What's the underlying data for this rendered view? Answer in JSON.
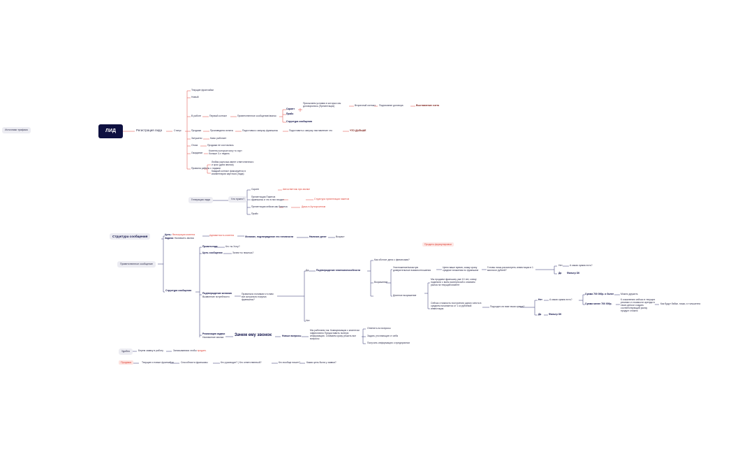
{
  "sources_label": "Источники трафика",
  "lead": {
    "title": "ЛИД",
    "registration": "Регистрация лида",
    "status": "Статус",
    "statuses": [
      "Текущие франчайзи",
      "Новый",
      "В работе",
      "Продажа",
      "Затушено",
      "Отказ",
      "Ожидание",
      "Правила работы с лидами"
    ],
    "in_work": {
      "first_contact": "Первый контакт",
      "greeting": "Приветственное сообщение/звонок",
      "script": "Скрипт",
      "sent_materials": "Присылаем условия в которых мы договорились (Презентация)",
      "second_contact": "Вторичный контакт",
      "contract": "Подписание договора",
      "invoice": "Выставление счета",
      "price": "Прайс",
      "message_structure": "Структура сообщения"
    },
    "sale": {
      "payment": "Произведена оплата",
      "prep": "Подготовка к запуску франшизы",
      "prep_launch": "Подготовить к запуску наставление что",
      "next": "ЧТО ДАЛЬШЕ"
    },
    "dead": "Каюс работает",
    "refusal": "Продажа не состоялась",
    "waiting": "Клиенты которые могу то хорт больше 3-х недель",
    "rules": [
      "Любая карточка имеет ответственного и срок (дата звонка)",
      "Каждый контакт фиксируется в комментарии карточки (лида)"
    ]
  },
  "generation": {
    "label": "Генерация лида",
    "question": "Что нужно?",
    "items": [
      "Скрипт",
      "Презентация Пакетов франшизы и что в них входит",
      "Презентация кейсов как бизнеса",
      "Прайс"
    ],
    "item_notes": [
      "Автоответчик при звонке",
      "Структура презентации пакетов",
      "Дашь в Аутсорсингом"
    ]
  },
  "structure": {
    "title": "Структура сообщения",
    "goal_label": "Цель:",
    "goal_value": "Фильтрация клиента",
    "task_label": "Задача:",
    "task_value": "Назначить звонок",
    "chain": [
      "Адекватность клиента",
      "Желание, подтверждение его готовности",
      "Наличие денег",
      "Возраст"
    ],
    "welcome": "Приветственное сообщение",
    "msg_structure": "Структура сообщения",
    "greeting": "Приветствие",
    "who": "Кто ты Хочу?",
    "purpose": "Цель сообщения",
    "why_write": "Зачем ты пишешь?",
    "confirm_title": "Подтверждение желания",
    "confirm_sub": "Выявление потребности",
    "confirm_q": "Правильно понимаю что вам все актуально покупка франшизы?",
    "yes": "Да",
    "no": "Нет",
    "confirm_finance": "Подтверждение платежеспособности",
    "how_finance": "Как обстоят дела с финансами?",
    "objection": "Возражение",
    "hidden": "Уничтожение/зачастую доверительные взаимоотношения",
    "ask_time": "Ценю ваше время, скажу сразу средние вложения по франшизе",
    "ready_invest": "Готовы лишь рассмотреть инвестиции в 1 миллион рублей?",
    "no2": "Нет",
    "yes2": "Да",
    "what_sum": "А какая сумма есть?",
    "filter_ok": "Фильтр ОК",
    "long_explain": "Длинное возражение",
    "sell_text": "Мы продаем франшизу уже 10 лет, схему поделили с всем экспертизой и знанием рынка на текущий момент",
    "now_cost": "Сейчас стоимость построения одного места в среднем начинается от 1 м рублевой инвестиции.",
    "fit_sum": "Подходит-ли вам такая сумма?",
    "no3": "Нет",
    "what_sum2": "А какая сумма есть?",
    "sum_more": "Сумма 700 000р. и более",
    "can_better": "Можно дружить",
    "sum_less": "Сумма менее 700 000р.",
    "regret": "К сожалению сейчас в текущих реалиях и стоимости аренды в таких деньги создать соответствующий рынку продукт сложно",
    "how_bigger": "Как будут бабки- пиши, я тольшенно",
    "yes3": "Да",
    "filter_ok2": "Фильтр ОК",
    "realize": "Реализация задачи",
    "assign": "Назначение звонка",
    "why_call": "Зачем ему звонок",
    "new_questions": "Новые вопросы",
    "works_text": "Мы работаем так: Коммуникация с клиентом эффективно Предоставить полную информацию. Снимаем сразу решить все вопросы",
    "answer_q": "Ответить на вопросы",
    "hear_you": "Задать уточняющие от себя",
    "get_info": "Получить информацию о предприятии",
    "convert": "Продать формулировки"
  },
  "bottom": {
    "convenient": "Удобно",
    "take_work": "Берем заявку в работу",
    "note_sell": "Записываемся чтобы",
    "note_sell_red": "продать",
    "sales": "Продажа",
    "sales_chain": [
      "Текущие и новые франчайзи",
      "Способности франшизы",
      "Кто руководит? | Кто ответственный?",
      "Кто вообще пишет?",
      "Какая цель была у заявки?"
    ]
  },
  "colors": {
    "primary": "#10124a",
    "accent": "#e0453a",
    "line": "#2b2e6e"
  }
}
